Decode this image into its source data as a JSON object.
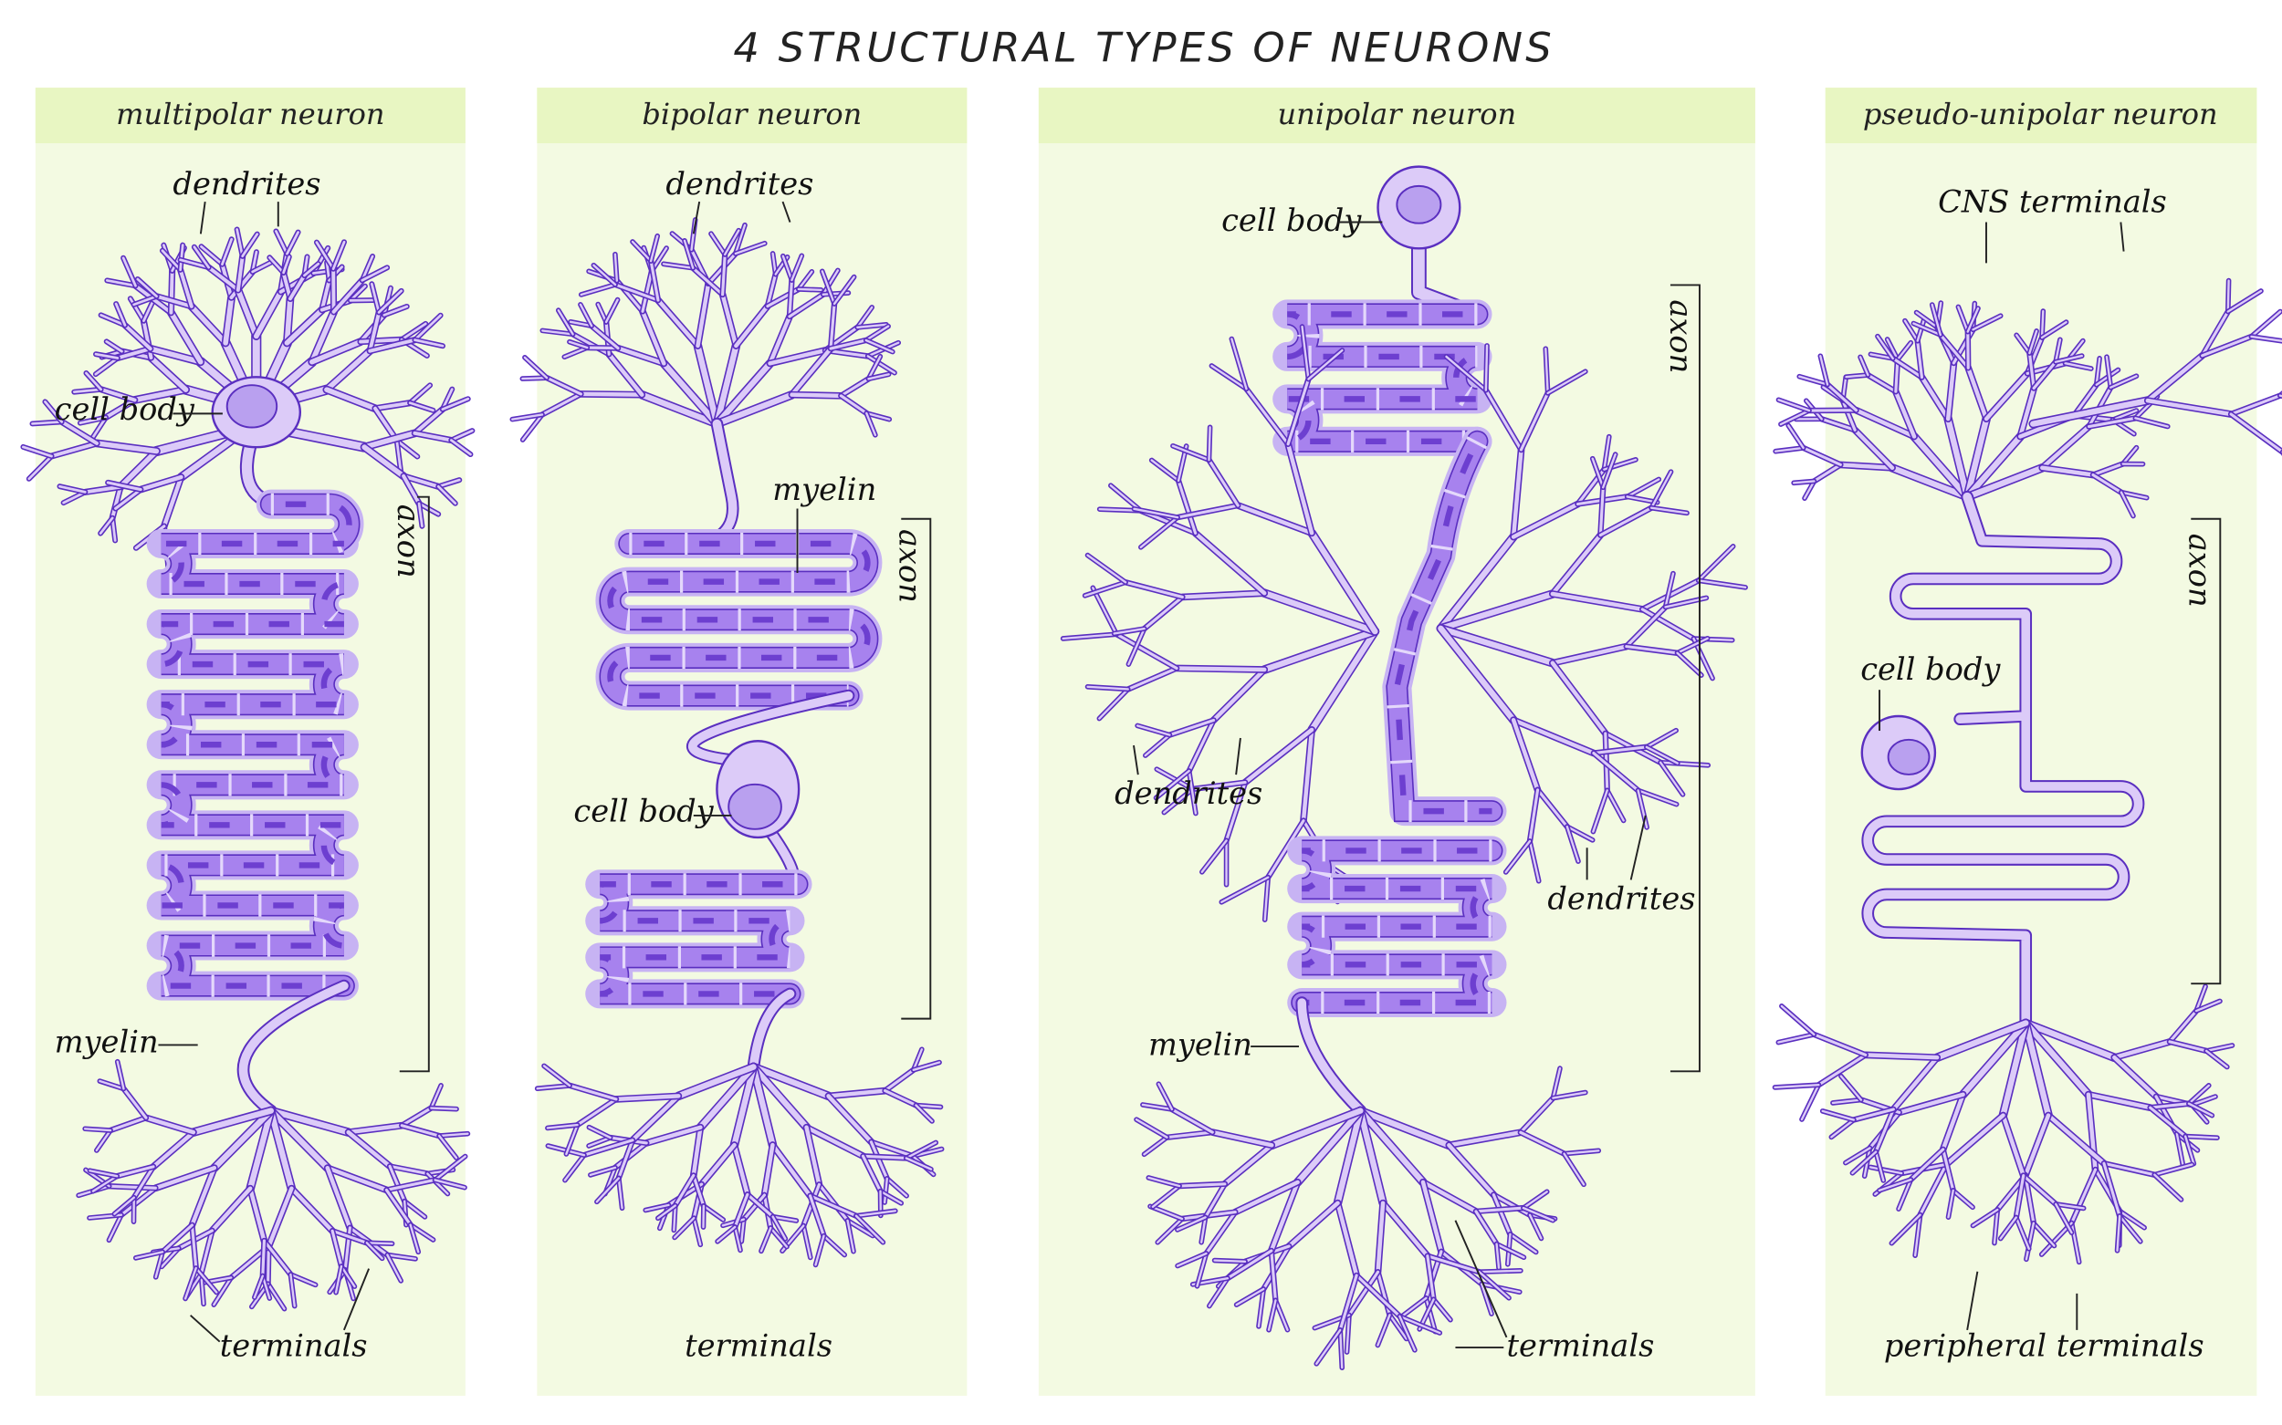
{
  "title": "4 STRUCTURAL TYPES OF NEURONS",
  "colors": {
    "panel": "#f3fae2",
    "header": "#e8f6c2",
    "outline": "#5a2fc0",
    "cytoplasm": "#dccbf8",
    "nucleus": "#b9a0ef",
    "myelin": "#a782ee",
    "node": "#e4d8fb"
  },
  "panels": [
    {
      "header": "multipolar neuron",
      "labels": {
        "dendrites": "dendrites",
        "cell_body": "cell body",
        "axon": "axon",
        "myelin": "myelin",
        "terminals": "terminals"
      }
    },
    {
      "header": "bipolar neuron",
      "labels": {
        "dendrites": "dendrites",
        "myelin": "myelin",
        "axon": "axon",
        "cell_body": "cell body",
        "terminals": "terminals"
      }
    },
    {
      "header": "unipolar neuron",
      "labels": {
        "cell_body": "cell body",
        "axon": "axon",
        "dendrites_left": "dendrites",
        "dendrites_right": "dendrites",
        "myelin": "myelin",
        "terminals": "terminals"
      }
    },
    {
      "header": "pseudo-unipolar neuron",
      "labels": {
        "cns_terminals": "CNS terminals",
        "axon": "axon",
        "cell_body": "cell body",
        "peripheral_terminals": "peripheral terminals"
      }
    }
  ]
}
